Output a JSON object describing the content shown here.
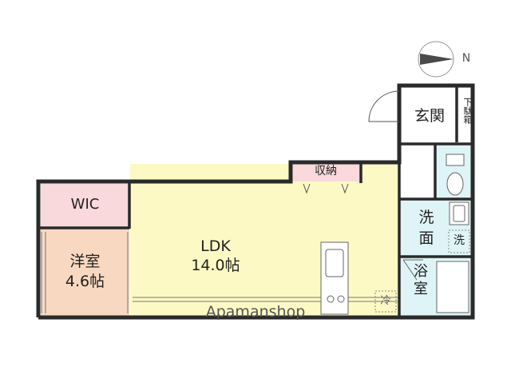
{
  "rooms": {
    "wic": "WIC",
    "western_room": {
      "name": "洋室",
      "size": "4.6帖"
    },
    "ldk": {
      "name": "LDK",
      "size": "14.0帖"
    },
    "storage": "収納",
    "entrance": "玄関",
    "shoe_box": "下駄箱",
    "washroom": {
      "line1": "洗",
      "line2": "面"
    },
    "washer": "洗",
    "bathroom": {
      "line1": "浴",
      "line2": "室"
    },
    "fridge": "冷"
  },
  "compass": {
    "label": "N"
  },
  "watermark": "Apamanshop",
  "colors": {
    "ldk": "#fcf9c4",
    "wic": "#f9d9dc",
    "western_room": "#f9d8c1",
    "storage": "#f9d9dc",
    "water": "#dff4f7",
    "wall": "#2a2a2a"
  }
}
